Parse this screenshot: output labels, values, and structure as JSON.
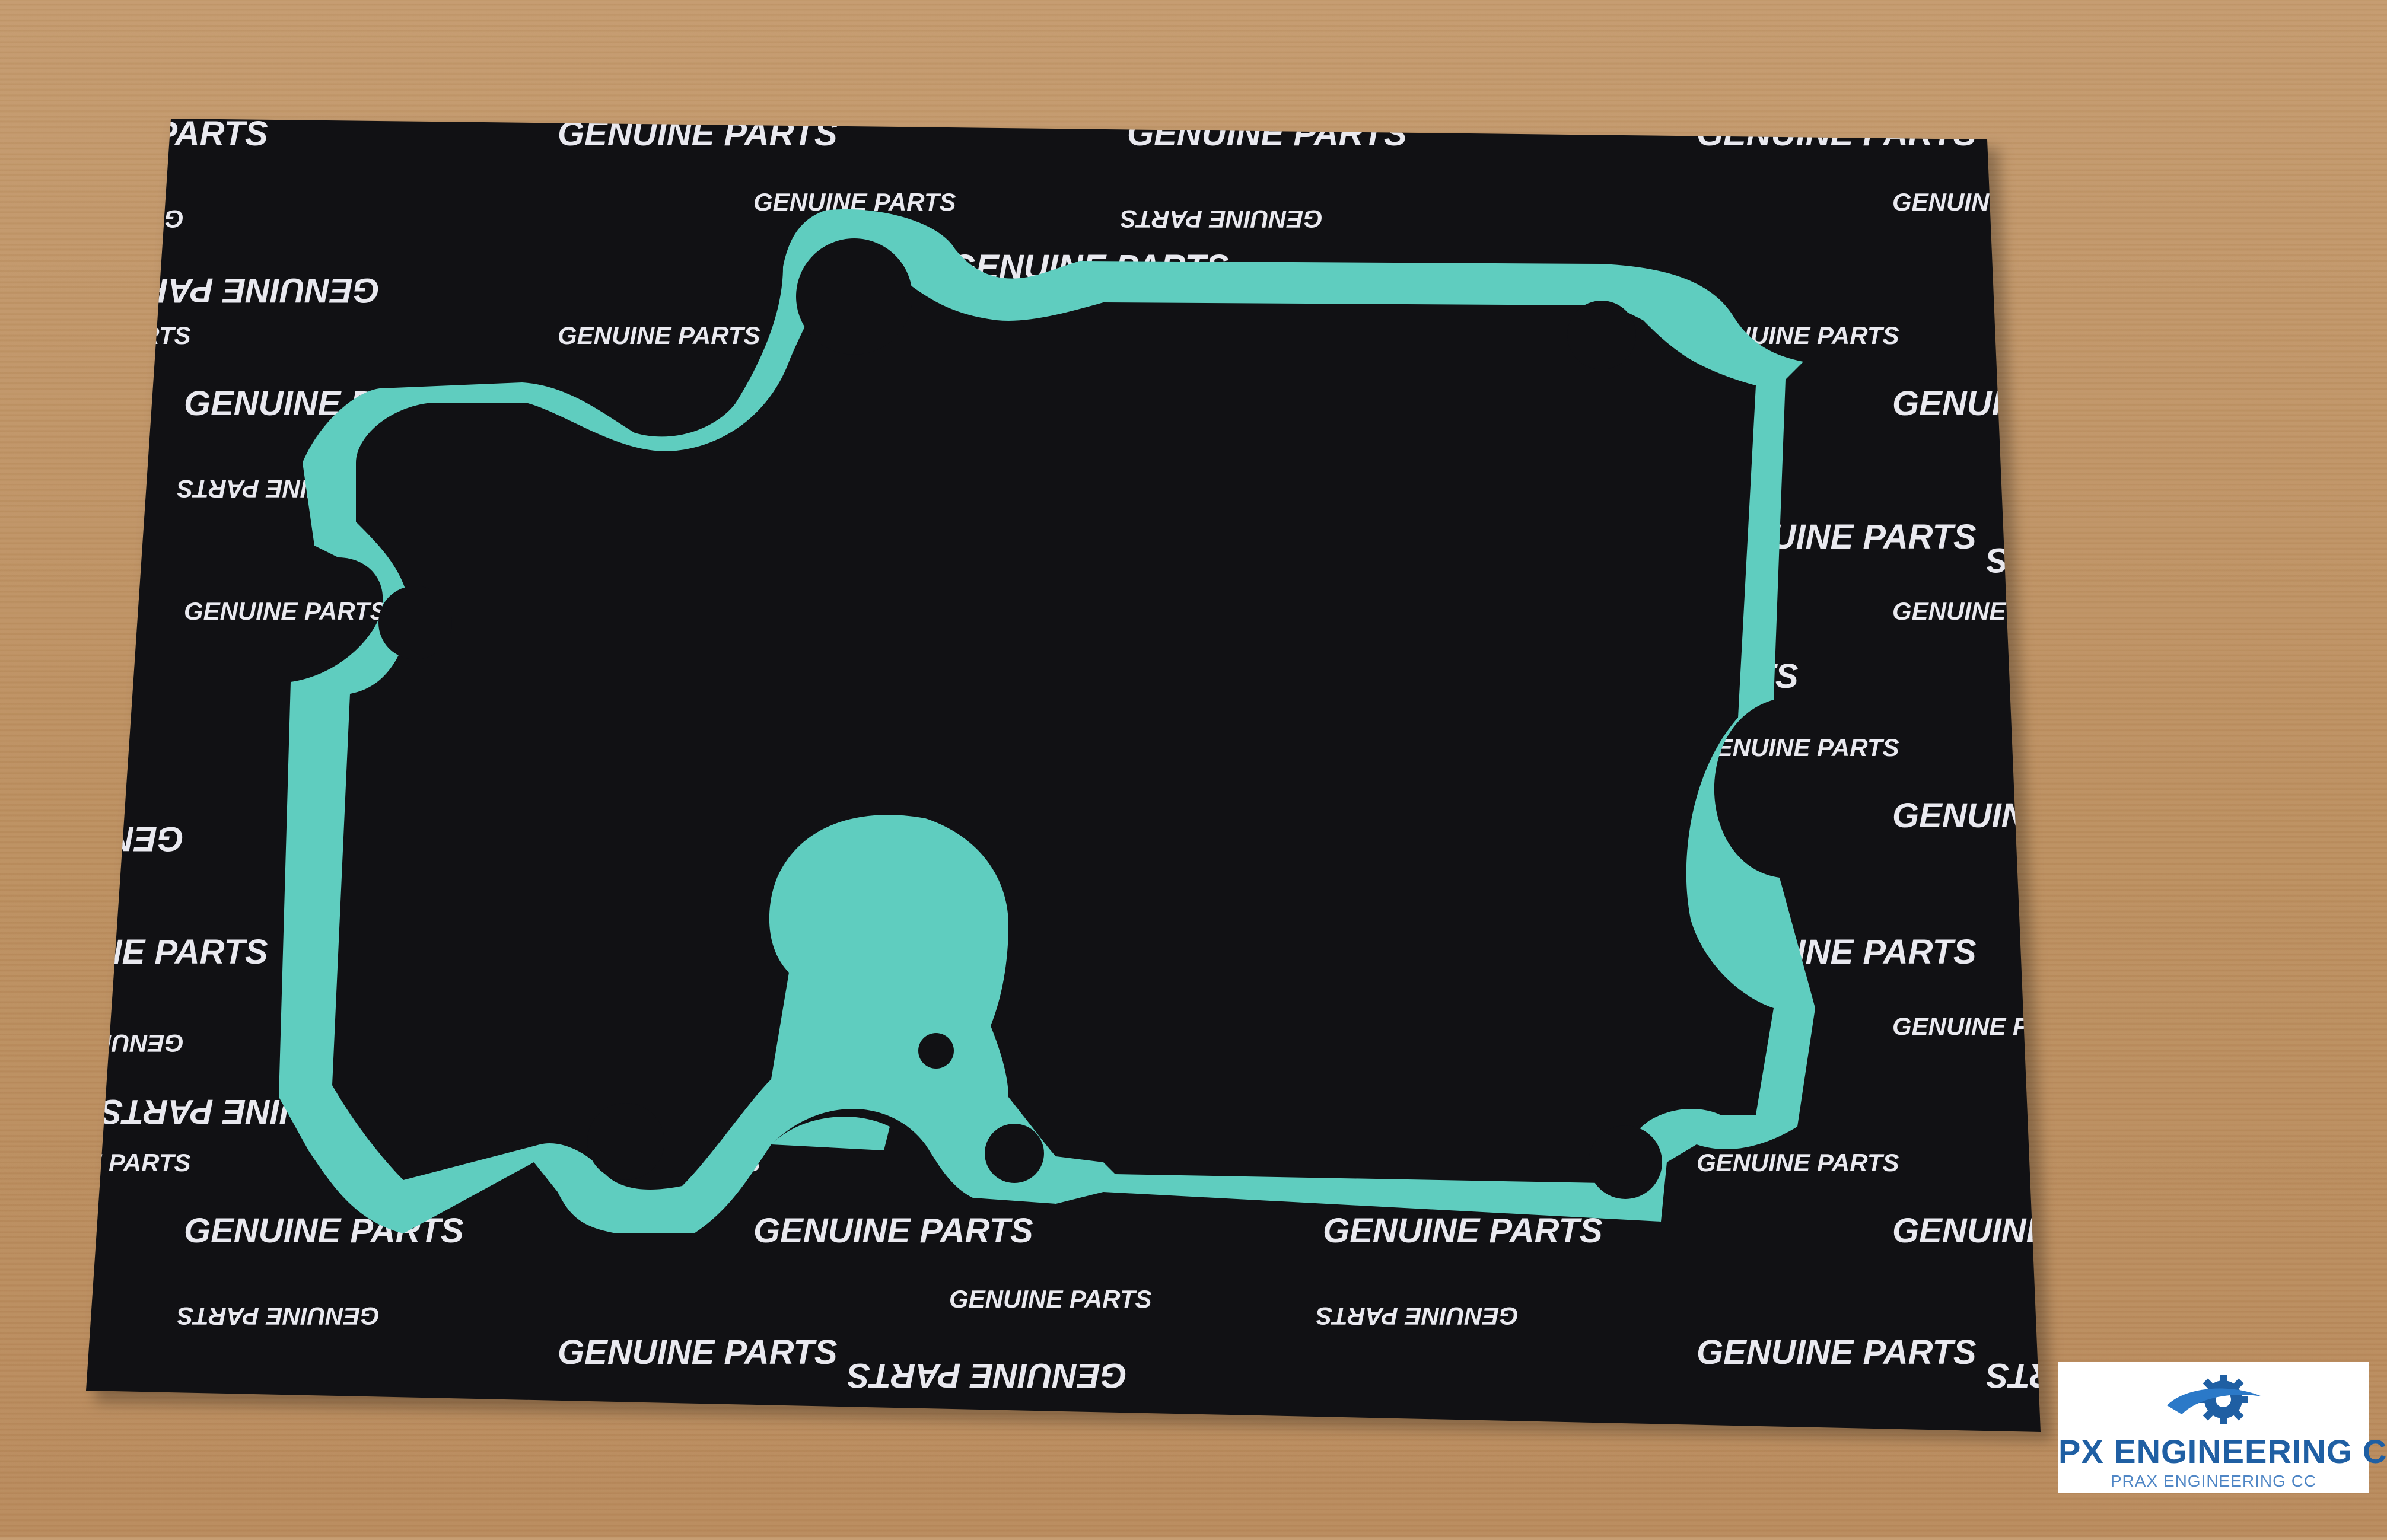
{
  "photo": {
    "subject": "gasket",
    "background_color": "#bd8f60",
    "card_color": "#111114",
    "gasket_color": "#5fcdbf"
  },
  "card": {
    "print_text": "GENUINE PARTS"
  },
  "watermark": {
    "company_name": "PX ENGINEERING CC",
    "company_subname": "PRAX ENGINEERING CC",
    "logo_icon": "gear-swoosh-icon"
  }
}
